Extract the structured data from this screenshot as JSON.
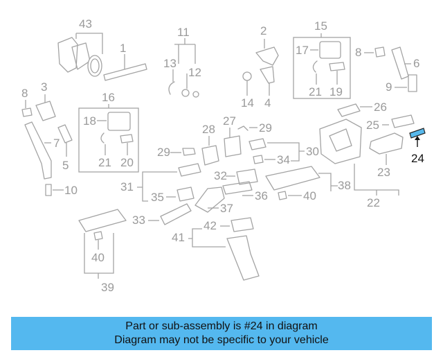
{
  "callouts": {
    "c1": "1",
    "c2": "2",
    "c3": "3",
    "c4": "4",
    "c5": "5",
    "c6": "6",
    "c7": "7",
    "c8a": "8",
    "c8b": "8",
    "c9": "9",
    "c10": "10",
    "c11": "11",
    "c12": "12",
    "c13": "13",
    "c14": "14",
    "c15": "15",
    "c16": "16",
    "c17": "17",
    "c18": "18",
    "c19": "19",
    "c20": "20",
    "c21a": "21",
    "c21b": "21",
    "c22": "22",
    "c23": "23",
    "c24": "24",
    "c25": "25",
    "c26": "26",
    "c27": "27",
    "c28": "28",
    "c29a": "29",
    "c29b": "29",
    "c30": "30",
    "c31": "31",
    "c32": "32",
    "c33": "33",
    "c34": "34",
    "c35": "35",
    "c36": "36",
    "c37": "37",
    "c38": "38",
    "c39": "39",
    "c40a": "40",
    "c40b": "40",
    "c41": "41",
    "c42": "42",
    "c43": "43"
  },
  "highlight_color": "#58b9ec",
  "banner": {
    "line1": "Part or sub-assembly is #24 in diagram",
    "line2": "Diagram may not be specific to your vehicle",
    "color": "#54b8ef"
  }
}
